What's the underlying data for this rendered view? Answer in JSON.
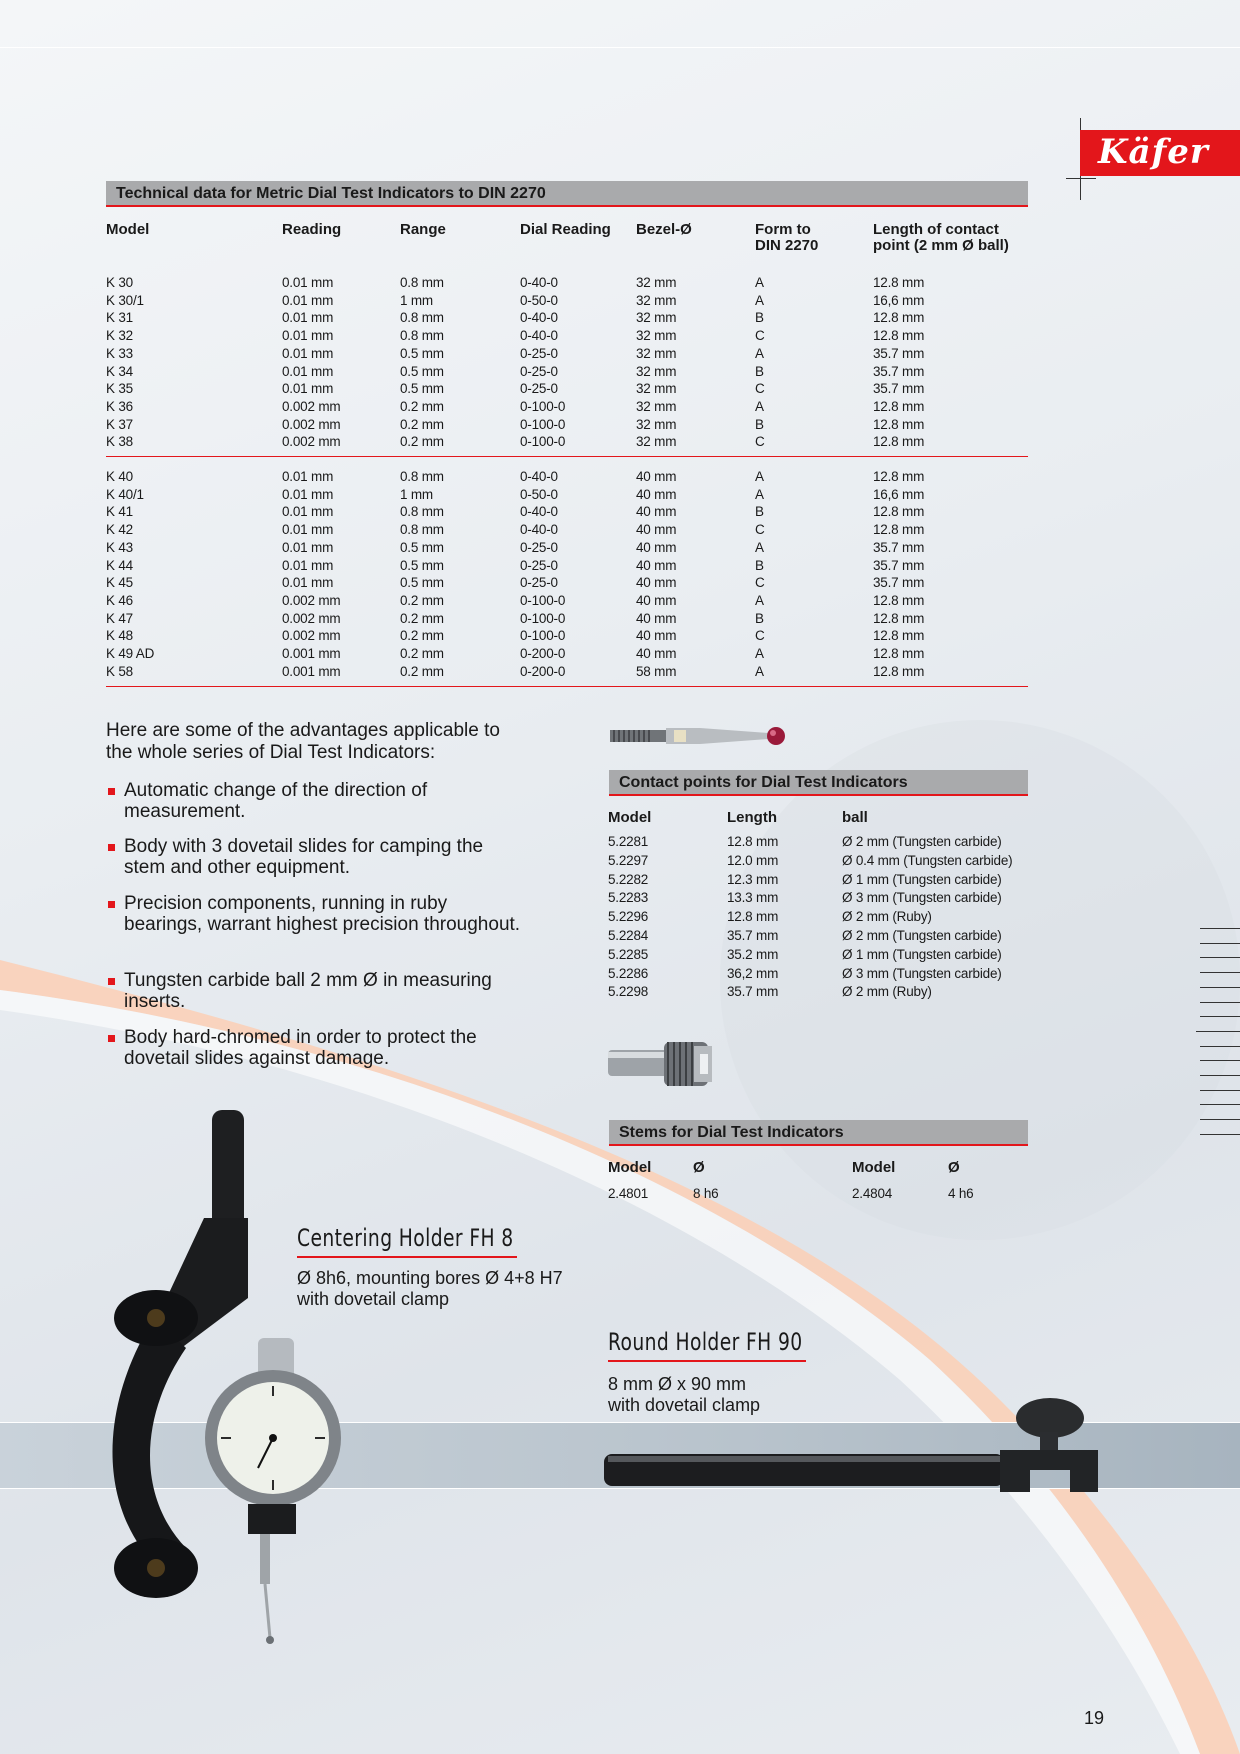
{
  "brand": {
    "logo_text": "Käfer"
  },
  "tech_table": {
    "heading": "Technical data for Metric Dial Test Indicators to DIN 2270",
    "columns": [
      "Model",
      "Reading",
      "Range",
      "Dial Reading",
      "Bezel-Ø",
      "Form to DIN 2270",
      "Length of contact point (2 mm Ø ball)"
    ],
    "group1": [
      [
        "K 30",
        "0.01 mm",
        "0.8 mm",
        "0-40-0",
        "32 mm",
        "A",
        "12.8 mm"
      ],
      [
        "K 30/1",
        "0.01 mm",
        "1 mm",
        "0-50-0",
        "32 mm",
        "A",
        "16,6 mm"
      ],
      [
        "K 31",
        "0.01 mm",
        "0.8 mm",
        "0-40-0",
        "32 mm",
        "B",
        "12.8 mm"
      ],
      [
        "K 32",
        "0.01 mm",
        "0.8 mm",
        "0-40-0",
        "32 mm",
        "C",
        "12.8 mm"
      ],
      [
        "K 33",
        "0.01 mm",
        "0.5 mm",
        "0-25-0",
        "32 mm",
        "A",
        "35.7 mm"
      ],
      [
        "K 34",
        "0.01 mm",
        "0.5 mm",
        "0-25-0",
        "32 mm",
        "B",
        "35.7 mm"
      ],
      [
        "K 35",
        "0.01 mm",
        "0.5 mm",
        "0-25-0",
        "32 mm",
        "C",
        "35.7 mm"
      ],
      [
        "K 36",
        "0.002 mm",
        "0.2 mm",
        "0-100-0",
        "32 mm",
        "A",
        "12.8 mm"
      ],
      [
        "K 37",
        "0.002 mm",
        "0.2 mm",
        "0-100-0",
        "32 mm",
        "B",
        "12.8 mm"
      ],
      [
        "K 38",
        "0.002 mm",
        "0.2 mm",
        "0-100-0",
        "32 mm",
        "C",
        "12.8 mm"
      ]
    ],
    "group2": [
      [
        "K 40",
        "0.01 mm",
        "0.8 mm",
        "0-40-0",
        "40 mm",
        "A",
        "12.8 mm"
      ],
      [
        "K 40/1",
        "0.01 mm",
        "1 mm",
        "0-50-0",
        "40 mm",
        "A",
        "16,6 mm"
      ],
      [
        "K 41",
        "0.01 mm",
        "0.8 mm",
        "0-40-0",
        "40 mm",
        "B",
        "12.8 mm"
      ],
      [
        "K 42",
        "0.01 mm",
        "0.8 mm",
        "0-40-0",
        "40 mm",
        "C",
        "12.8 mm"
      ],
      [
        "K 43",
        "0.01 mm",
        "0.5 mm",
        "0-25-0",
        "40 mm",
        "A",
        "35.7 mm"
      ],
      [
        "K 44",
        "0.01 mm",
        "0.5 mm",
        "0-25-0",
        "40 mm",
        "B",
        "35.7 mm"
      ],
      [
        "K 45",
        "0.01 mm",
        "0.5 mm",
        "0-25-0",
        "40 mm",
        "C",
        "35.7 mm"
      ],
      [
        "K 46",
        "0.002 mm",
        "0.2 mm",
        "0-100-0",
        "40 mm",
        "A",
        "12.8 mm"
      ],
      [
        "K 47",
        "0.002 mm",
        "0.2 mm",
        "0-100-0",
        "40 mm",
        "B",
        "12.8 mm"
      ],
      [
        "K 48",
        "0.002 mm",
        "0.2 mm",
        "0-100-0",
        "40 mm",
        "C",
        "12.8 mm"
      ],
      [
        "K 49 AD",
        "0.001 mm",
        "0.2 mm",
        "0-200-0",
        "40 mm",
        "A",
        "12.8 mm"
      ],
      [
        "K 58",
        "0.001 mm",
        "0.2 mm",
        "0-200-0",
        "58 mm",
        "A",
        "12.8 mm"
      ]
    ]
  },
  "advantages": {
    "intro": "Here are some of the advantages applicable to the whole series of Dial Test Indicators:",
    "items": [
      "Automatic change of the direction of measurement.",
      "Body with 3 dovetail slides for camping the stem and other equipment.",
      "Precision components, running in ruby bearings, warrant highest precision throughout.",
      "Tungsten carbide ball 2 mm Ø in measuring inserts.",
      "Body hard-chromed in order to protect the dovetail slides against damage."
    ]
  },
  "contact_points": {
    "heading": "Contact points for Dial Test Indicators",
    "columns": [
      "Model",
      "Length",
      "ball"
    ],
    "rows": [
      [
        "5.2281",
        "12.8 mm",
        "Ø 2 mm (Tungsten carbide)"
      ],
      [
        "5.2297",
        "12.0 mm",
        "Ø 0.4 mm (Tungsten carbide)"
      ],
      [
        "5.2282",
        "12.3 mm",
        "Ø 1 mm (Tungsten carbide)"
      ],
      [
        "5.2283",
        "13.3 mm",
        "Ø 3 mm (Tungsten carbide)"
      ],
      [
        "5.2296",
        "12.8 mm",
        "Ø 2 mm (Ruby)"
      ],
      [
        "5.2284",
        "35.7 mm",
        "Ø 2 mm (Tungsten carbide)"
      ],
      [
        "5.2285",
        "35.2 mm",
        "Ø 1 mm (Tungsten carbide)"
      ],
      [
        "5.2286",
        "36,2 mm",
        "Ø 3 mm (Tungsten carbide)"
      ],
      [
        "5.2298",
        "35.7 mm",
        "Ø 2 mm (Ruby)"
      ]
    ]
  },
  "stems": {
    "heading": "Stems for Dial Test Indicators",
    "columns": [
      "Model",
      "Ø",
      "Model",
      "Ø"
    ],
    "row": [
      "2.4801",
      "8 h6",
      "2.4804",
      "4 h6"
    ]
  },
  "centering_holder": {
    "title": "Centering Holder FH 8",
    "desc_line1": "Ø 8h6, mounting bores Ø 4+8 H7",
    "desc_line2": "with dovetail clamp"
  },
  "round_holder": {
    "title": "Round Holder FH 90",
    "desc_line1": "8 mm Ø x 90 mm",
    "desc_line2": "with dovetail clamp"
  },
  "page_number": "19",
  "colors": {
    "accent": "#e3161b",
    "header_gray": "#a9aaac"
  }
}
